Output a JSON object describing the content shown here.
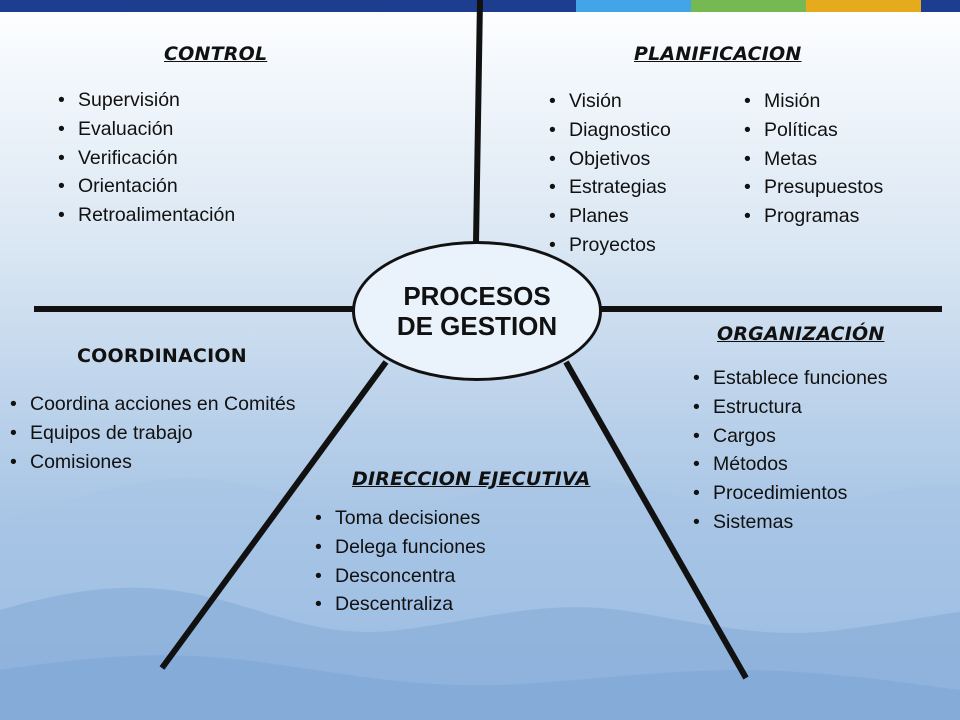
{
  "colors": {
    "bar": [
      "#1d3d8f",
      "#42a5e8",
      "#76b852",
      "#e5ab1c",
      "#1d3d8f"
    ],
    "lines": "#111111",
    "ellipse_fill": "#eaf2fb"
  },
  "center": {
    "title": "PROCESOS DE GESTION"
  },
  "sections": {
    "control": {
      "title": "CONTROL",
      "items": [
        "Supervisión",
        "Evaluación",
        "Verificación",
        "Orientación",
        "Retroalimentación"
      ]
    },
    "planificacion": {
      "title": "PLANIFICACION",
      "items_left": [
        "Visión",
        "Diagnostico",
        "Objetivos",
        "Estrategias",
        "Planes",
        "Proyectos"
      ],
      "items_right": [
        "Misión",
        "Políticas",
        "Metas",
        "Presupuestos",
        "Programas"
      ]
    },
    "coordinacion": {
      "title": "COORDINACION",
      "items": [
        "Coordina acciones en Comités",
        "Equipos de trabajo",
        "Comisiones"
      ]
    },
    "organizacion": {
      "title": "ORGANIZACIÓN",
      "items": [
        "Establece funciones",
        "Estructura",
        "Cargos",
        "Métodos",
        "Procedimientos",
        "Sistemas"
      ]
    },
    "direccion": {
      "title": "DIRECCION EJECUTIVA",
      "items": [
        "Toma decisiones",
        "Delega funciones",
        "Desconcentra",
        "Descentraliza"
      ]
    }
  }
}
